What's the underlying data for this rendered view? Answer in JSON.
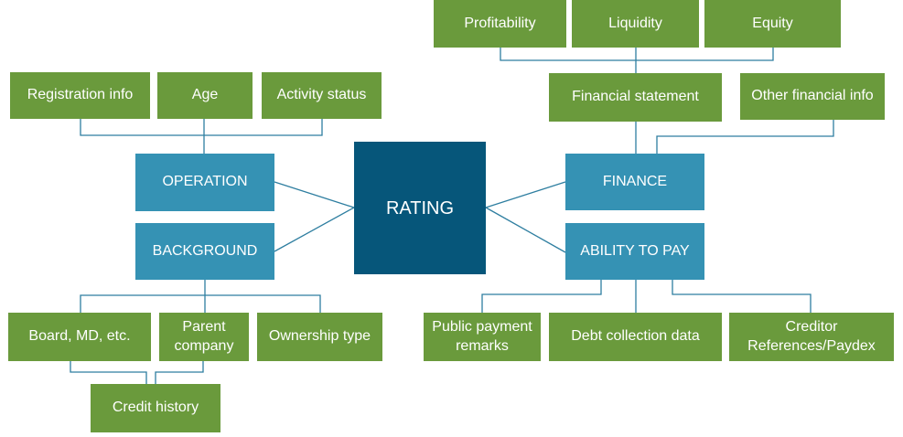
{
  "center": {
    "label": "RATING"
  },
  "categories": {
    "operation": "OPERATION",
    "background": "BACKGROUND",
    "finance": "FINANCE",
    "ability_to_pay": "ABILITY TO PAY"
  },
  "operation_items": {
    "registration": "Registration info",
    "age": "Age",
    "activity": "Activity status"
  },
  "background_items": {
    "board": "Board, MD, etc.",
    "parent": "Parent\ncompany",
    "ownership": "Ownership type",
    "credit_history": "Credit history"
  },
  "finance_items": {
    "profitability": "Profitability",
    "liquidity": "Liquidity",
    "equity": "Equity",
    "financial_statement": "Financial statement",
    "other_financial": "Other financial info"
  },
  "ability_items": {
    "public_payment": "Public payment\nremarks",
    "debt_collection": "Debt collection data",
    "creditor": "Creditor\nReferences/Paydex"
  },
  "colors": {
    "leaf": "#6a9a3c",
    "category": "#3592b4",
    "center": "#06567a",
    "connector": "#2e7ea0"
  }
}
